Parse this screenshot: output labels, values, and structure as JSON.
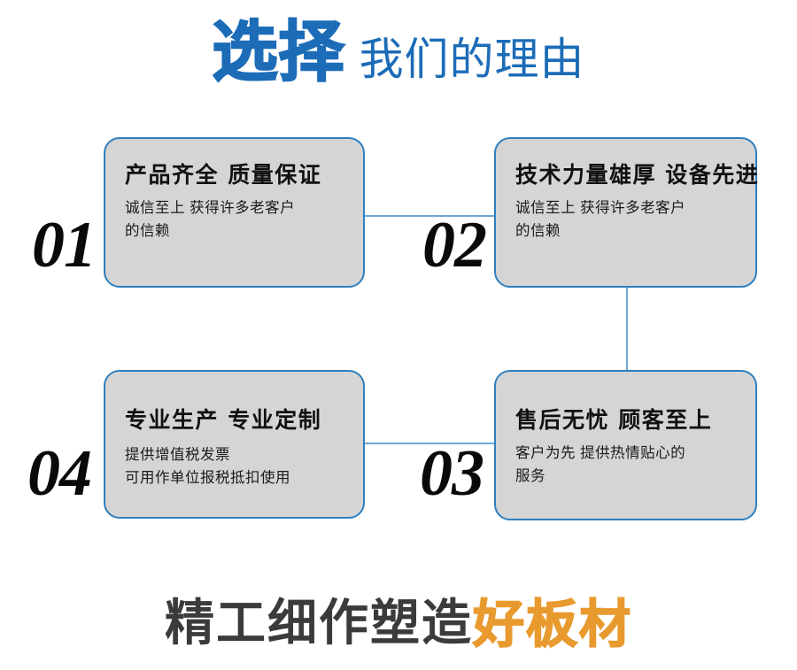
{
  "header": {
    "strong_text": "选择",
    "light_text": "我们的理由",
    "strong_color": "#1C6CB8",
    "light_color": "#1C6CB8"
  },
  "cards": [
    {
      "number": "01",
      "title": "产品齐全 质量保证",
      "body_lines": [
        "诚信至上 获得许多老客户",
        "的信赖"
      ]
    },
    {
      "number": "02",
      "title": "技术力量雄厚 设备先进",
      "body_lines": [
        "诚信至上 获得许多老客户",
        "的信赖"
      ]
    },
    {
      "number": "03",
      "title": "售后无忧 顾客至上",
      "body_lines": [
        "客户为先 提供热情贴心的",
        "服务"
      ]
    },
    {
      "number": "04",
      "title": "专业生产 专业定制",
      "body_lines": [
        "提供增值税发票",
        "可用作单位报税抵扣使用"
      ]
    }
  ],
  "footer": {
    "main_text": "精工细作塑造",
    "accent_text": "好板材",
    "main_color": "#3B3B3B",
    "accent_color": "#E89A2E"
  },
  "theme": {
    "card_fill": "#D5D5D5",
    "card_border": "#2E7FBF",
    "connector_color": "#6FA8D6",
    "background": "#FFFFFF"
  }
}
